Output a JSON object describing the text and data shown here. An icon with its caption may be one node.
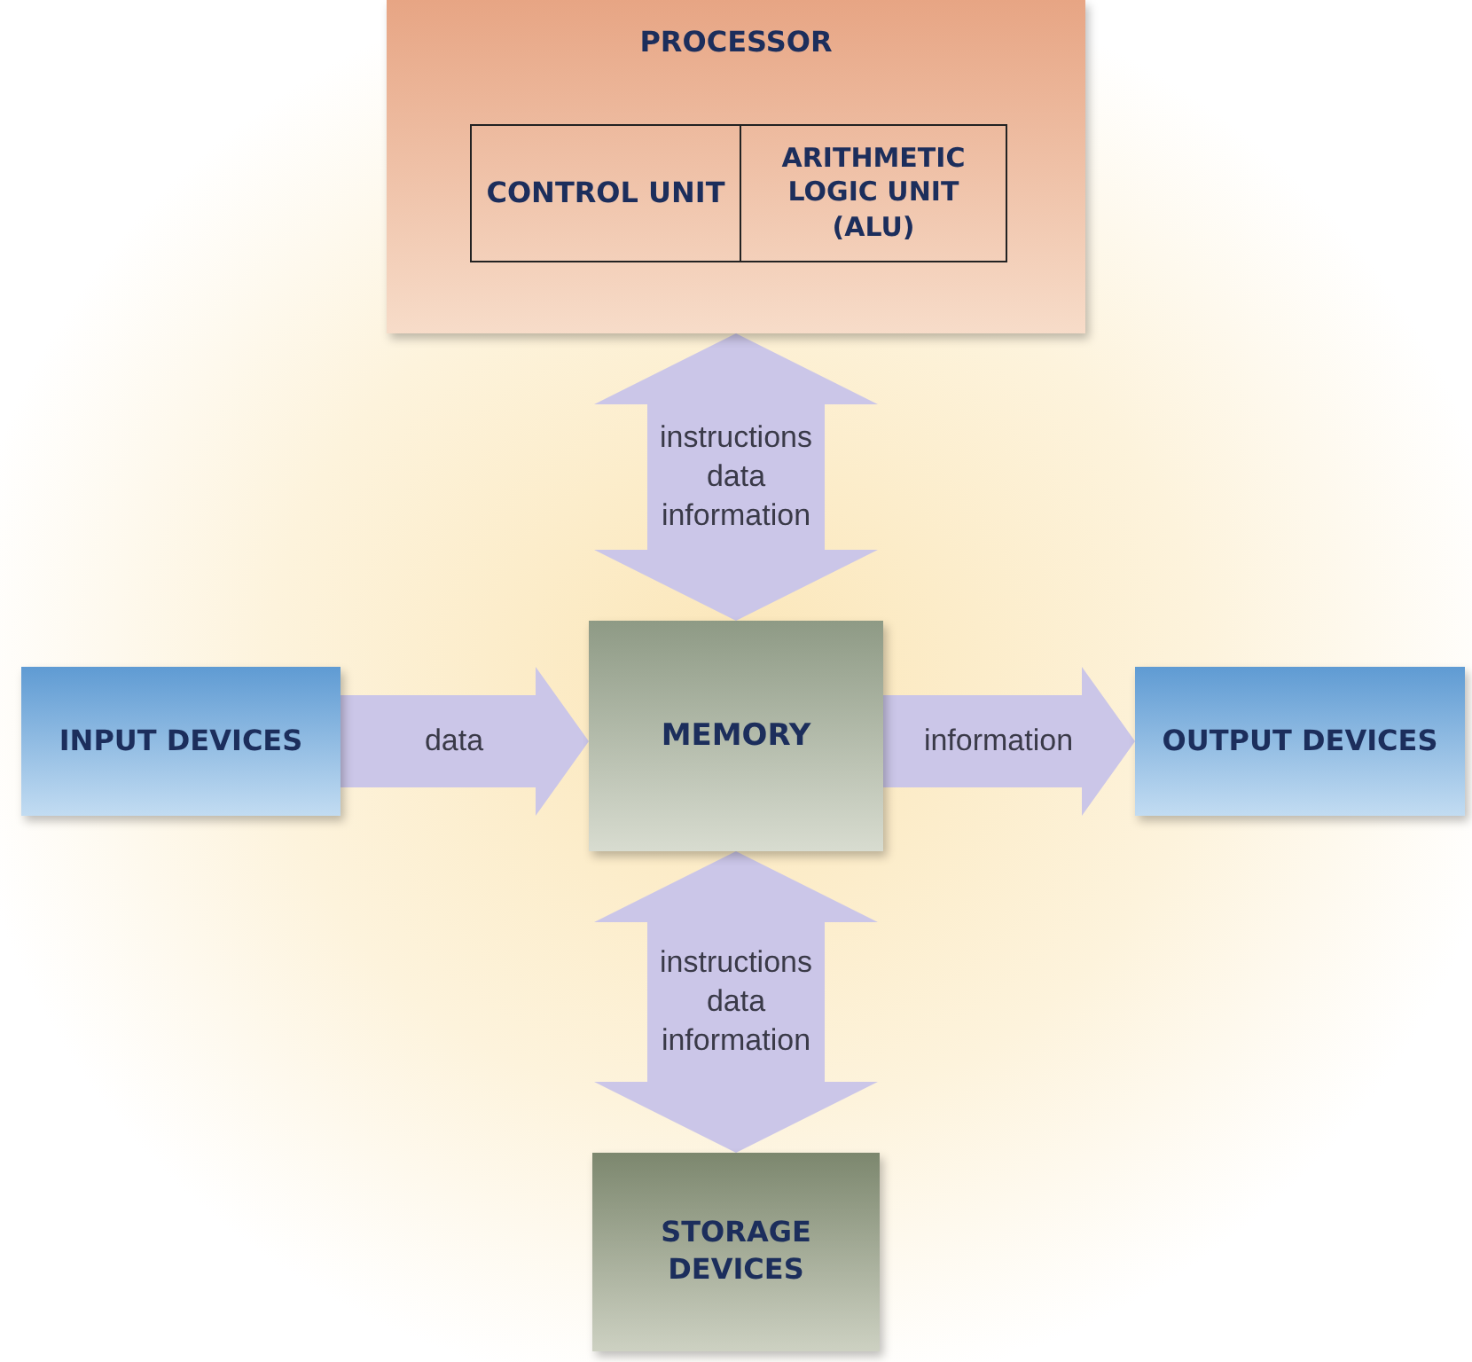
{
  "diagram": {
    "nodes": [
      {
        "text": [
          "PROCESSOR"
        ]
      },
      {
        "text": [
          "CONTROL UNIT"
        ],
        "in": 0
      },
      {
        "text": [
          "ARITHMETIC LOGIC UNIT (ALU)"
        ],
        "in": 0
      },
      {
        "text": [
          "INPUT DEVICES"
        ]
      },
      {
        "text": [
          "MEMORY"
        ]
      },
      {
        "text": [
          "OUTPUT DEVICES"
        ]
      },
      {
        "text": [
          "STORAGE DEVICES"
        ]
      }
    ],
    "edges": [
      {
        "from": 0,
        "to": 4,
        "arrow": "both",
        "label": "instructions data information"
      },
      {
        "from": 3,
        "to": 4,
        "arrow": "to",
        "label": "data"
      },
      {
        "from": 4,
        "to": 5,
        "arrow": "to",
        "label": "information"
      },
      {
        "from": 4,
        "to": 6,
        "arrow": "both",
        "label": "instructions data information"
      }
    ]
  }
}
